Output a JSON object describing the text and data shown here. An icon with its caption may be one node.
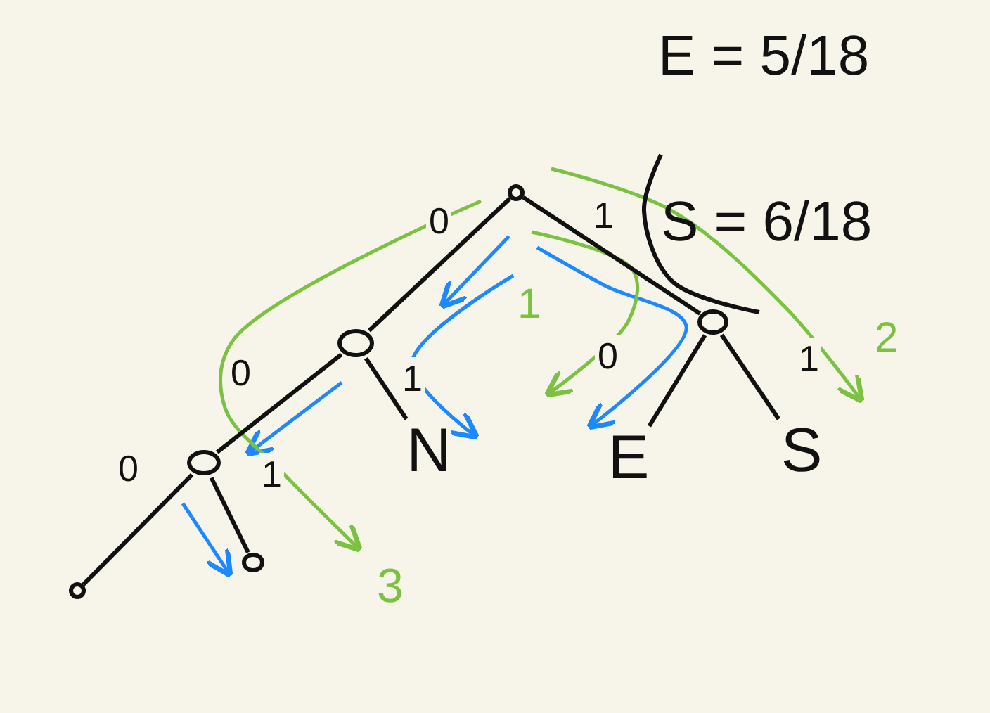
{
  "diagram": {
    "nodes": [
      {
        "text": [],
        "shape": "circle"
      },
      {
        "text": [],
        "shape": "circle"
      },
      {
        "text": [],
        "shape": "circle"
      },
      {
        "text": [],
        "shape": "circle"
      },
      {
        "text": [],
        "shape": "circle"
      },
      {
        "text": [],
        "shape": "circle"
      },
      {
        "text": [
          "N"
        ]
      },
      {
        "text": [
          "E"
        ]
      },
      {
        "text": [
          "S"
        ]
      }
    ],
    "edges": [
      {
        "from": 0,
        "to": 1,
        "arrow": "none",
        "label": "0"
      },
      {
        "from": 0,
        "to": 3,
        "arrow": "none",
        "label": "1"
      },
      {
        "from": 1,
        "to": 2,
        "arrow": "none",
        "label": "0"
      },
      {
        "from": 1,
        "to": 6,
        "arrow": "none",
        "label": "1"
      },
      {
        "from": 2,
        "to": 4,
        "arrow": "none",
        "label": "0"
      },
      {
        "from": 2,
        "to": 5,
        "arrow": "none",
        "label": "1"
      },
      {
        "from": 3,
        "to": 7,
        "arrow": "none",
        "label": "0"
      },
      {
        "from": 3,
        "to": 8,
        "arrow": "none",
        "label": "1"
      }
    ],
    "labels": [
      "E = 5/18",
      "S = 6/18",
      "1",
      "2",
      "3"
    ]
  }
}
